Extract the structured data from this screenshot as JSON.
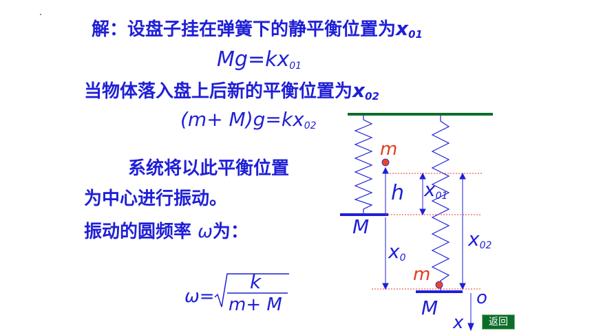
{
  "lines": {
    "line1": "解：设盘子挂在弹簧下的静平衡位置为",
    "line1_var": "x",
    "line1_sub": "01",
    "eq1_lhs": "Mg",
    "eq1_eq": "=",
    "eq1_rhs": "kx",
    "eq1_sub": "01",
    "line2": "当物体落入盘上后新的平衡位置为",
    "line2_var": "x",
    "line2_sub": "02",
    "eq2_lhs": "(m+ M)g",
    "eq2_eq": "=",
    "eq2_rhs": "kx",
    "eq2_sub": "02",
    "line3a": "系统将以此平衡位置",
    "line3b": "为中心进行振动。",
    "line4": "振动的圆频率",
    "line4_omega": "ω",
    "line4_tail": "为：",
    "formula_omega": "ω=",
    "formula_num": "k",
    "formula_den": "m+ M"
  },
  "diagram": {
    "label_m_top": "m",
    "label_h": "h",
    "label_x01": "x",
    "label_x01_sub": "01",
    "label_M_left": "M",
    "label_x0": "x",
    "label_x0_sub": "0",
    "label_x02": "x",
    "label_x02_sub": "02",
    "label_m_bottom": "m",
    "label_M_right": "M",
    "label_o": "o",
    "label_x_axis": "x"
  },
  "button": {
    "back_label": "返回"
  },
  "colors": {
    "text": "#1f1fd6",
    "green": "#0c6d2a",
    "red": "#e63a1e",
    "mass": "#e8452a",
    "plate": "#1f1fd6"
  }
}
